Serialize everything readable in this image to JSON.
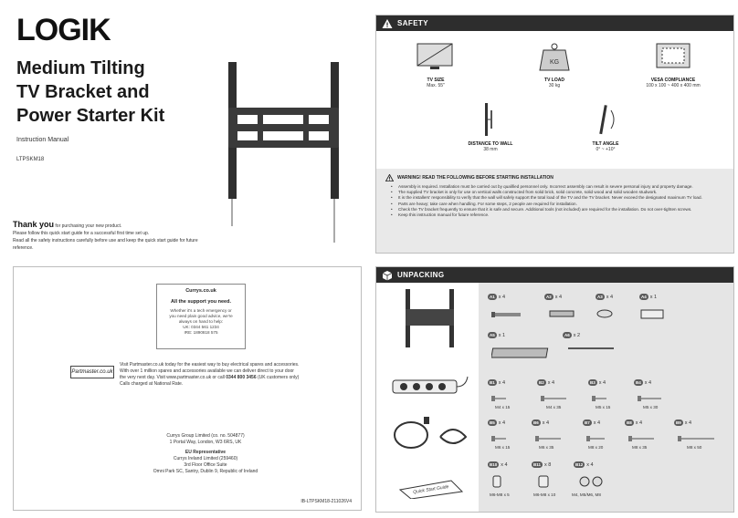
{
  "cover": {
    "logo": "LOGIK",
    "title_line1": "Medium Tilting",
    "title_line2": "TV Bracket and",
    "title_line3": "Power Starter Kit",
    "subtitle": "Instruction Manual",
    "model": "LTPSKM18",
    "thanks_bold": "Thank you",
    "thanks_rest": " for purchasing your new product.",
    "thanks_line2": "Please follow this quick start guide for a successful first time set up.",
    "thanks_line3": "Read all the safety instructions carefully before use and keep the quick start guide for future reference."
  },
  "safety": {
    "header": "SAFETY",
    "specs": [
      {
        "label": "TV SIZE",
        "value": "Max. 55\""
      },
      {
        "label": "TV LOAD",
        "value": "30 kg"
      },
      {
        "label": "VESA COMPLIANCE",
        "value": "100 x 100 ~ 400 x 400 mm"
      },
      {
        "label": "DISTANCE TO WALL",
        "value": "38 mm"
      },
      {
        "label": "TILT ANGLE",
        "value": "0° ~ +10°"
      }
    ],
    "kg_text": "KG",
    "warning_title": "WARNING! READ THE FOLLOWING BEFORE STARTING INSTALLATION",
    "warnings": [
      "Assembly is required. Installation must be carried out by qualified personnel only. Incorrect assembly can result in severe personal injury and property damage.",
      "The supplied TV bracket is only for use on vertical walls constructed from solid brick, solid concrete, solid wood and solid wooden studwork.",
      "It is the installers' responsibility to verify that the wall will safely support the total load of the TV and the TV bracket. Never exceed the designated maximum TV load.",
      "Parts are heavy; take care when handling. For some steps, 2 people are required for installation.",
      "Check the TV bracket frequently to ensure that it is safe and secure. Additional tools (not included) are required for the installation. Do not over-tighten screws.",
      "Keep this instruction manual for future reference."
    ]
  },
  "back": {
    "currys_site": "Currys.co.uk",
    "support_title": "All the support you need.",
    "support_l1": "Whether it's a tech emergency or",
    "support_l2": "you need plain good advice, we're",
    "support_l3": "always on hand to help:",
    "support_uk": "UK: 0344 561 1234",
    "support_ire": "IRE: 1890818 575",
    "partmaster_logo": "Partmaster.co.uk",
    "partmaster_l1": "Visit Partmaster.co.uk today for the easiest way to buy electrical spares and accessories.",
    "partmaster_l2": "With over 1 million spares and accessories available we can deliver direct to your door",
    "partmaster_l3a": "the very next day. Visit www.partmaster.co.uk or call ",
    "partmaster_phone": "0344 800 3456",
    "partmaster_l3b": " (UK customers only)",
    "partmaster_l4": "Calls charged at National Rate.",
    "group_l1": "Currys Group Limited (co. no. 504877)",
    "group_l2": "1 Portal Way, London, W3 6RS, UK",
    "eu_title": "EU Representative",
    "eu_l1": "Currys Ireland Limited (259460)",
    "eu_l2": "3rd Floor Office Suite",
    "eu_l3": "Omni Park SC, Santry, Dublin 9, Republic of Ireland",
    "reference": "IB-LTPSKM18-211026V4"
  },
  "unpacking": {
    "header": "UNPACKING",
    "parts": [
      {
        "id": "A1",
        "qty": "x 4",
        "size": ""
      },
      {
        "id": "A2",
        "qty": "x 4",
        "size": ""
      },
      {
        "id": "A3",
        "qty": "x 4",
        "size": ""
      },
      {
        "id": "A4",
        "qty": "x 1",
        "size": ""
      },
      {
        "id": "A5",
        "qty": "x 1",
        "size": ""
      },
      {
        "id": "A6",
        "qty": "x 2",
        "size": ""
      },
      {
        "id": "B1",
        "qty": "x 4",
        "size": "M4 x 15"
      },
      {
        "id": "B2",
        "qty": "x 4",
        "size": "M4 x 35"
      },
      {
        "id": "B3",
        "qty": "x 4",
        "size": "M5 x 15"
      },
      {
        "id": "B4",
        "qty": "x 4",
        "size": "M5 x 30"
      },
      {
        "id": "B5",
        "qty": "x 4",
        "size": "M6 x 15"
      },
      {
        "id": "B6",
        "qty": "x 4",
        "size": "M6 x 35"
      },
      {
        "id": "B7",
        "qty": "x 4",
        "size": "M8 x 20"
      },
      {
        "id": "B8",
        "qty": "x 4",
        "size": "M8 x 35"
      },
      {
        "id": "B9",
        "qty": "x 4",
        "size": "M8 x 50"
      },
      {
        "id": "B10",
        "qty": "x 4",
        "size": "M6-M8 x 5"
      },
      {
        "id": "B11",
        "qty": "x 8",
        "size": "M6-M8 x 10"
      },
      {
        "id": "B12",
        "qty": "x 4",
        "size": "M4, M5/M6, M8"
      }
    ],
    "guide_text": "Quick Start Guide"
  }
}
